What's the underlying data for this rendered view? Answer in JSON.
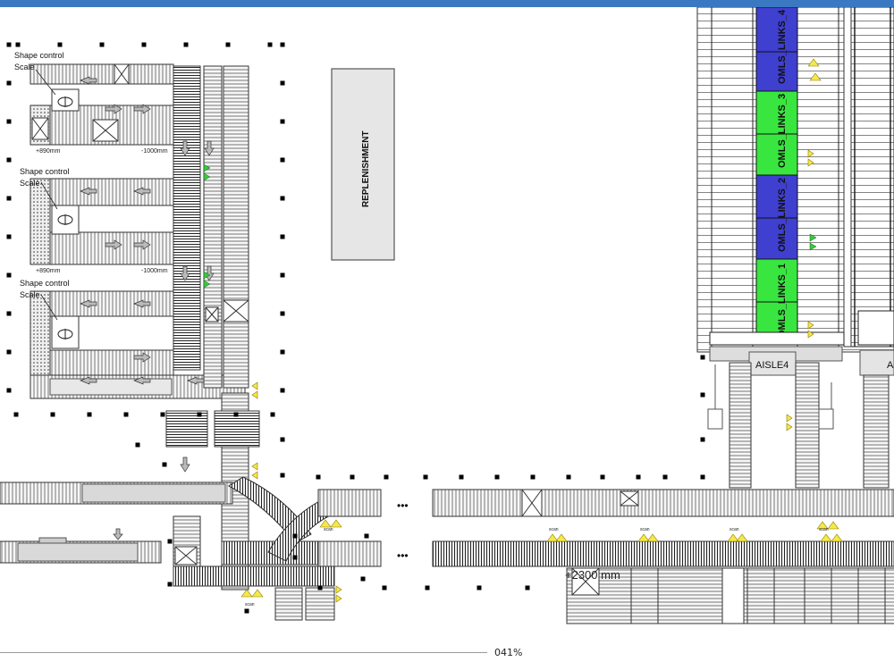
{
  "labels": {
    "shape_control": "Shape control",
    "scale": "Scale",
    "dim_left": "+890mm",
    "dim_right": "-1000mm",
    "replenishment": "REPLENISHMENT",
    "aisle4": "AISLE4",
    "aisle_next": "A",
    "dimension": "+2300 mm",
    "scan_label": "scan",
    "ellipsis": "•••"
  },
  "racks": [
    {
      "label": "OMLS_LINKS_4",
      "status": "blue"
    },
    {
      "label": "OMLS_LINKS_3",
      "status": "green"
    },
    {
      "label": "OMLS_LINKS_2",
      "status": "blue"
    },
    {
      "label": "OMLS_LINKS_1",
      "status": "green"
    }
  ],
  "colors": {
    "title_bar": "#3a78c2",
    "blue": "#3f3fd0",
    "green": "#39e63f",
    "yellow": "#f5e84a",
    "conveyor_fill": "#f4f4f4",
    "line": "#222222"
  },
  "status": {
    "zoom": "041%"
  }
}
